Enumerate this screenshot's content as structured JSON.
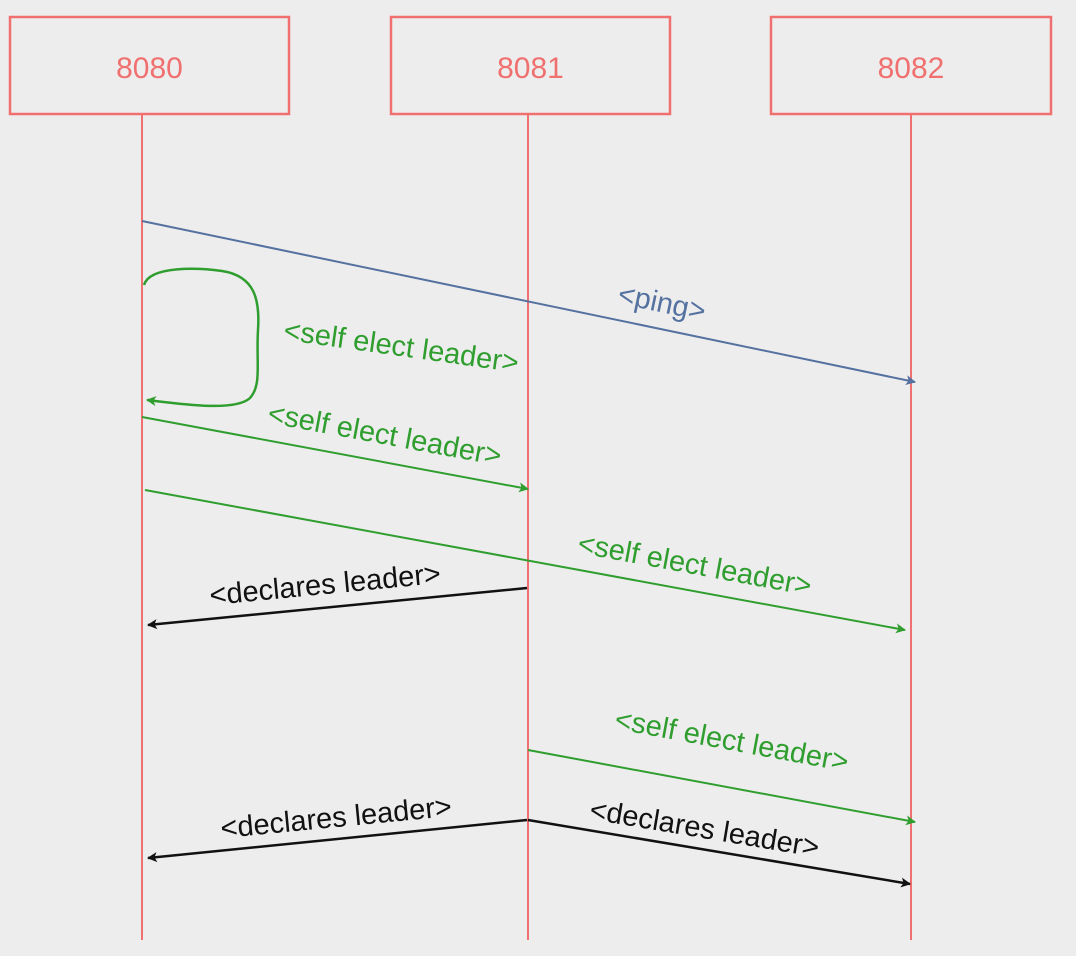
{
  "colors": {
    "background": "#ededed",
    "participant": "#f07070",
    "ping": "#5471a0",
    "election": "#2f9e2f",
    "declare": "#111111"
  },
  "participants": [
    {
      "label": "8080"
    },
    {
      "label": "8081"
    },
    {
      "label": "8082"
    }
  ],
  "messages": [
    {
      "label": "<ping>",
      "from": "8080",
      "to": "8082",
      "kind": "ping"
    },
    {
      "label": "<self elect leader>",
      "from": "8080",
      "to": "8080",
      "kind": "election"
    },
    {
      "label": "<self elect leader>",
      "from": "8080",
      "to": "8081",
      "kind": "election"
    },
    {
      "label": "<self elect leader>",
      "from": "8080",
      "to": "8082",
      "kind": "election"
    },
    {
      "label": "<declares leader>",
      "from": "8081",
      "to": "8080",
      "kind": "declare"
    },
    {
      "label": "<self elect leader>",
      "from": "8081",
      "to": "8082",
      "kind": "election"
    },
    {
      "label": "<declares leader>",
      "from": "8081",
      "to": "8080",
      "kind": "declare"
    },
    {
      "label": "<declares leader>",
      "from": "8081",
      "to": "8082",
      "kind": "declare"
    }
  ]
}
